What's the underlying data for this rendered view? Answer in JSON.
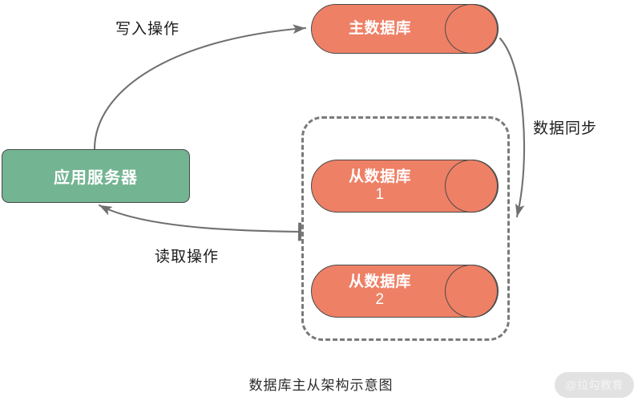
{
  "diagram": {
    "caption": "数据库主从架构示意图",
    "watermark": "@拉勾教育",
    "colors": {
      "database_fill": "#ee8066",
      "appserver_fill": "#73b492",
      "node_stroke": "#4a4a4a",
      "edge_stroke": "#707070",
      "group_border": "#7a7a7a",
      "node_text": "#ffffff",
      "label_text": "#1c1c1c",
      "watermark_bg": "#e2e2e2",
      "background": "#ffffff"
    },
    "nodes": {
      "appserver": {
        "label": "应用服务器",
        "shape": "rounded-rectangle"
      },
      "master": {
        "label": "主数据库",
        "index": "",
        "shape": "cylinder"
      },
      "slave1": {
        "label": "从数据库",
        "index": "1",
        "shape": "cylinder"
      },
      "slave2": {
        "label": "从数据库",
        "index": "2",
        "shape": "cylinder"
      }
    },
    "group": {
      "label": "",
      "style": "dashed"
    },
    "edges": [
      {
        "id": "write",
        "label": "写入操作",
        "from": "appserver",
        "to": "master",
        "direction": "forward"
      },
      {
        "id": "read",
        "label": "读取操作",
        "from": "slave-group",
        "to": "appserver",
        "direction": "forward"
      },
      {
        "id": "sync",
        "label": "数据同步",
        "from": "master",
        "to": "slave-group",
        "direction": "forward"
      }
    ]
  }
}
